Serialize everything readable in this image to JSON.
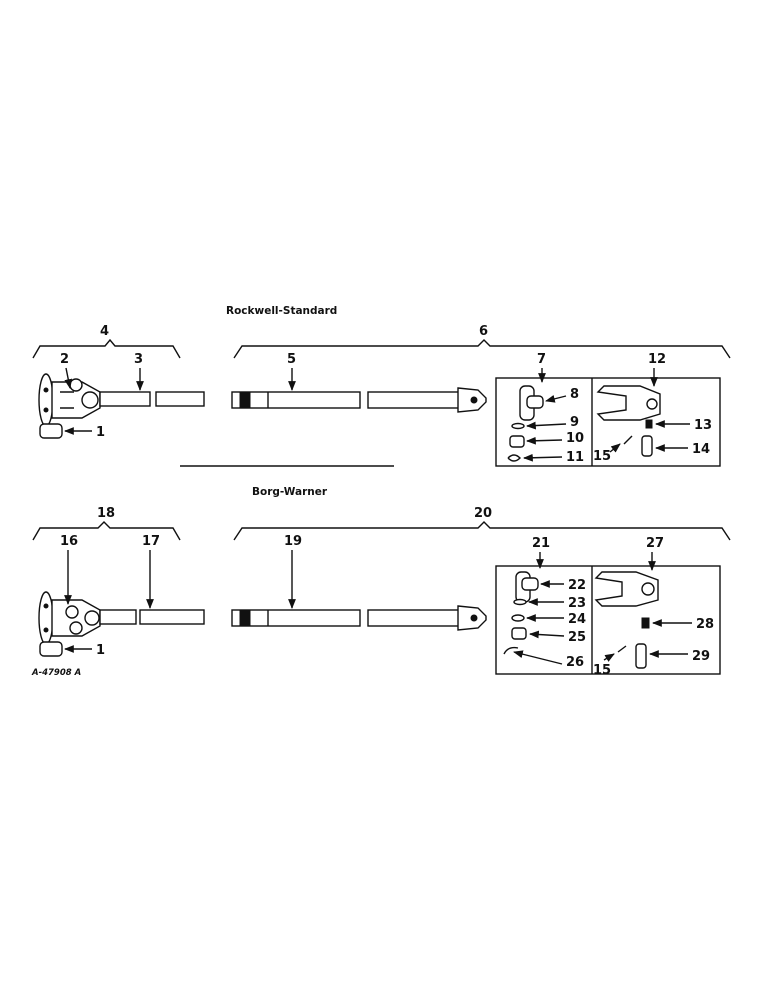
{
  "sections": {
    "rockwell_title": "Rockwell-Standard",
    "borg_title": "Borg-Warner"
  },
  "drawing_code": "A-47908 A",
  "rockwell_callouts": {
    "c4": "4",
    "c6": "6",
    "c2": "2",
    "c3": "3",
    "c5": "5",
    "c1": "1",
    "c7": "7",
    "c8": "8",
    "c9": "9",
    "c10": "10",
    "c11": "11",
    "c12": "12",
    "c13": "13",
    "c14": "14",
    "c15": "15"
  },
  "borg_callouts": {
    "c18": "18",
    "c20": "20",
    "c16": "16",
    "c17": "17",
    "c19": "19",
    "c1": "1",
    "c21": "21",
    "c22": "22",
    "c23": "23",
    "c24": "24",
    "c25": "25",
    "c26": "26",
    "c27": "27",
    "c28": "28",
    "c29": "29",
    "c15": "15"
  }
}
